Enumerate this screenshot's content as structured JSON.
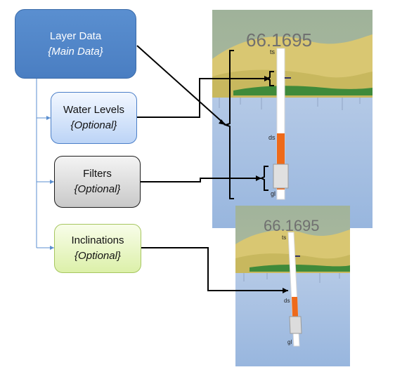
{
  "layer_data": {
    "title": "Layer Data",
    "subtitle": "{Main Data}"
  },
  "water_levels": {
    "title": "Water Levels",
    "subtitle": "{Optional}"
  },
  "filters": {
    "title": "Filters",
    "subtitle": "{Optional}"
  },
  "inclinations": {
    "title": "Inclinations",
    "subtitle": "{Optional}"
  },
  "render_top": {
    "value": "66.1695",
    "label_ts": "ts",
    "label_ds": "ds",
    "label_gl": "gl"
  },
  "render_bottom": {
    "value": "66.1695",
    "label_ts": "ts",
    "label_ds": "ds",
    "label_gl": "gl"
  },
  "colors": {
    "ds_segment": "#ee6a1a",
    "water": "#a6c2e5",
    "terrain": "#d8c87a",
    "sky": "#9bb09c"
  }
}
